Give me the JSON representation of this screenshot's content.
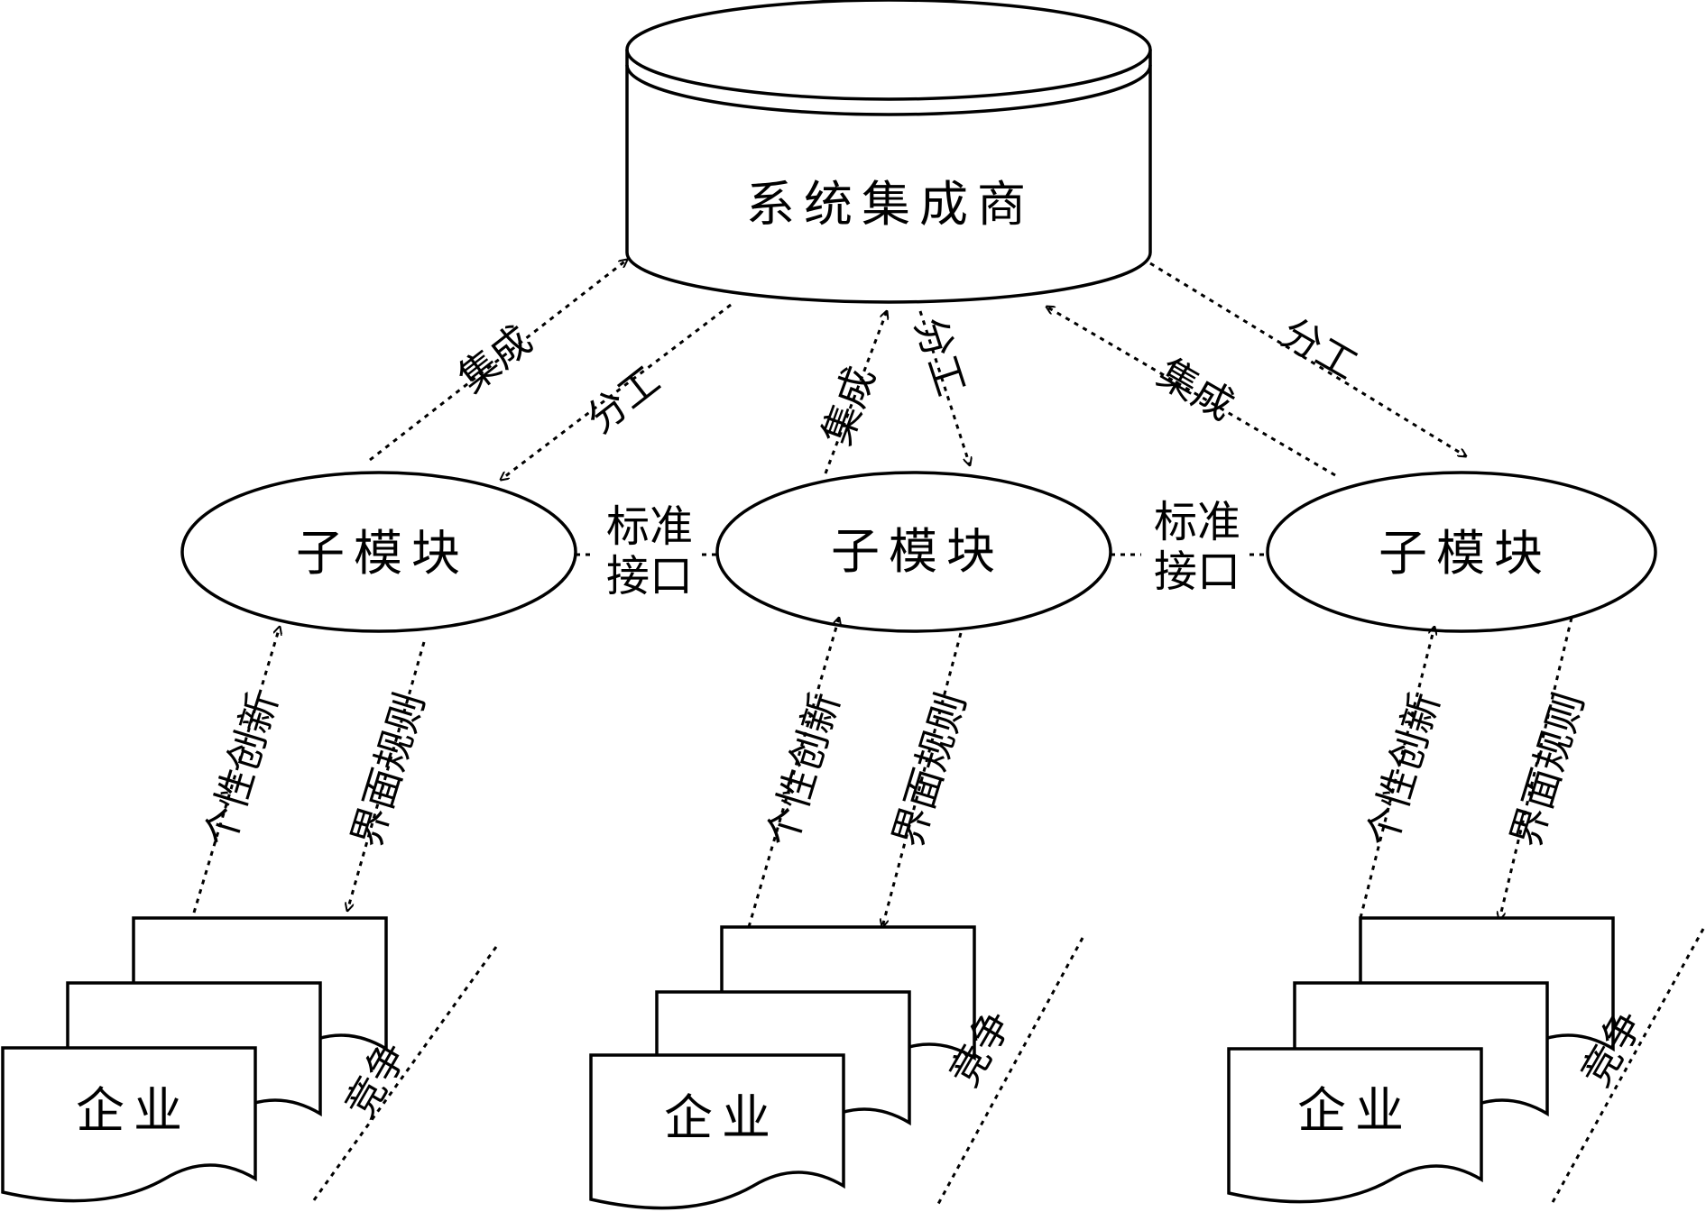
{
  "diagram": {
    "integrator": {
      "label": "系统集成商"
    },
    "modules": [
      {
        "label": "子模块"
      },
      {
        "label": "子模块"
      },
      {
        "label": "子模块"
      }
    ],
    "enterprises": [
      {
        "label": "企业"
      },
      {
        "label": "企业"
      },
      {
        "label": "企业"
      }
    ],
    "edge_labels": {
      "integrate": "集成",
      "division": "分工",
      "innovation": "个性创新",
      "interface_rules": "界面规则",
      "competition": "竞争"
    },
    "standard_interface": {
      "line1": "标准",
      "line2": "接口"
    }
  }
}
